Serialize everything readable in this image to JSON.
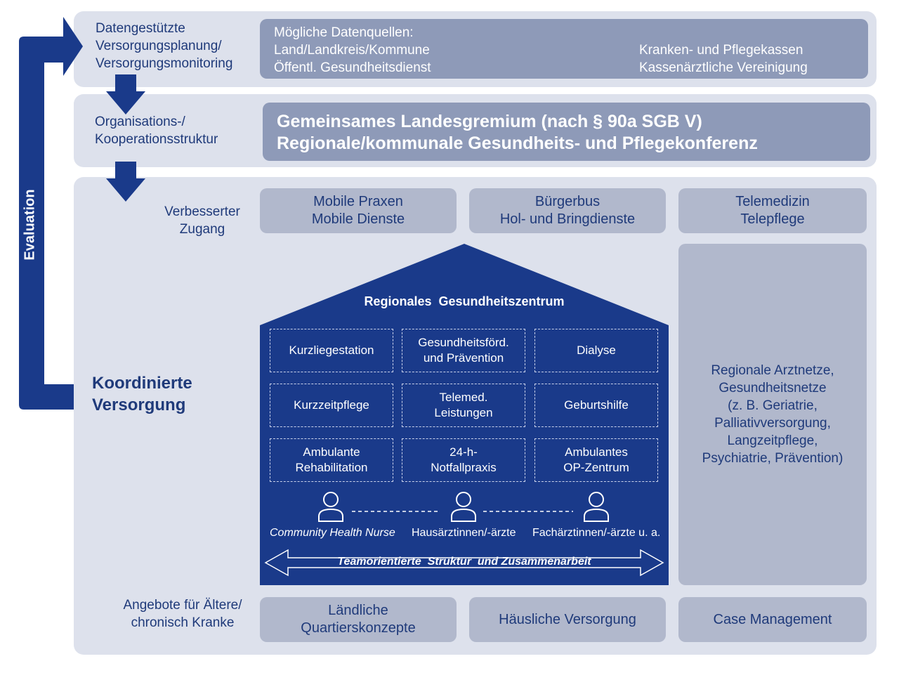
{
  "evaluation": "Evaluation",
  "planning": {
    "lines": [
      "Datengestützte",
      "Versorgungsplanung/",
      "Versorgungsmonitoring"
    ]
  },
  "sources": {
    "title": "Mögliche Datenquellen:",
    "left": [
      "Land/Landkreis/Kommune",
      "Öffentl. Gesundheitsdienst"
    ],
    "right": [
      "Kranken- und Pflegekassen",
      "Kassenärztliche Vereinigung"
    ]
  },
  "organisation": {
    "label": [
      "Organisations-/",
      "Kooperationsstruktur"
    ],
    "box": [
      "Gemeinsames Landesgremium (nach § 90a SGB V)",
      "Regionale/kommunale Gesundheits- und Pflegekonferenz"
    ]
  },
  "access": {
    "label": [
      "Verbesserter",
      "Zugang"
    ],
    "items": [
      [
        "Mobile Praxen",
        "Mobile Dienste"
      ],
      [
        "Bürgerbus",
        "Hol- und Bringdienste"
      ],
      [
        "Telemedizin",
        "Telepflege"
      ]
    ]
  },
  "coordinated": [
    "Koordinierte",
    "Versorgung"
  ],
  "center": {
    "title": "Regionales  Gesundheitszentrum",
    "cells": [
      [
        "Kurzliegestation"
      ],
      [
        "Gesundheitsförd.",
        "und Prävention"
      ],
      [
        "Dialyse"
      ],
      [
        "Kurzzeitpflege"
      ],
      [
        "Telemed.",
        "Leistungen"
      ],
      [
        "Geburtshilfe"
      ],
      [
        "Ambulante",
        "Rehabilitation"
      ],
      [
        "24-h-",
        "Notfallpraxis"
      ],
      [
        "Ambulantes",
        "OP-Zentrum"
      ]
    ],
    "roles": [
      "Community Health Nurse",
      "Hausärztinnen/-ärzte",
      "Fachärztinnen/-ärzte u. a."
    ],
    "team": "Teamorientierte  Struktur  und Zusammenarbeit"
  },
  "networks": [
    "Regionale Arztnetze,",
    "Gesundheitsnetze",
    "(z. B. Geriatrie,",
    "Palliativversorgung,",
    "Langzeitpflege,",
    "Psychiatrie, Prävention)"
  ],
  "elderly": {
    "label": [
      "Angebote für Ältere/",
      "chronisch Kranke"
    ],
    "items": [
      [
        "Ländliche",
        "Quartierskonzepte"
      ],
      [
        "Häusliche Versorgung"
      ],
      [
        "Case Management"
      ]
    ]
  },
  "colors": {
    "navy": "#1a3a8a",
    "panel": "#dde1ec",
    "box_dark": "#8e9ab8",
    "box_light": "#b1b8cc",
    "text": "#1f3a7a"
  }
}
